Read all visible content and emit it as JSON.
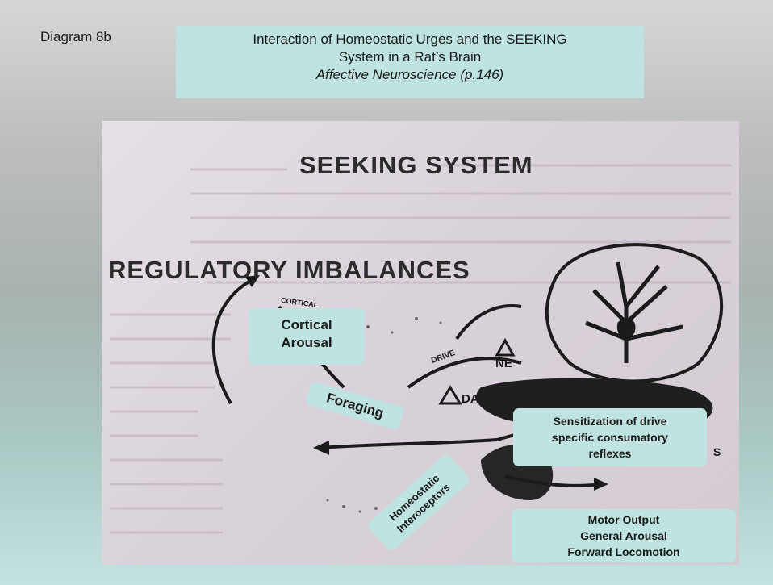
{
  "slide_label": "Diagram 8b",
  "title": {
    "line1": "Interaction of Homeostatic Urges and the SEEKING",
    "line2": "System in a Rat’s Brain",
    "line3": "Affective Neuroscience (p.146)"
  },
  "figure": {
    "heading_top": "SEEKING SYSTEM",
    "heading_left": "REGULATORY IMBALANCES",
    "tags": {
      "drive": "DRIVE",
      "ne": "NE",
      "da": "DA",
      "cortical": "CORTICAL",
      "s": "S"
    }
  },
  "callouts": {
    "cortical_arousal": [
      "Cortical",
      "Arousal"
    ],
    "foraging": "Foraging",
    "sensitization": [
      "Sensitization of drive",
      "specific consumatory",
      "reflexes"
    ],
    "homeostatic": [
      "Homeostatic",
      "Interoceptors"
    ],
    "motor": [
      "Motor Output",
      "General Arousal",
      "Forward Locomotion"
    ]
  }
}
